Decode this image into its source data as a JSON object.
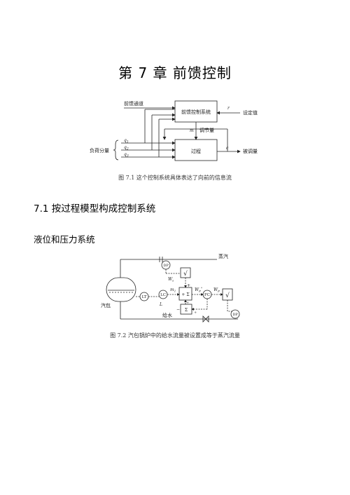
{
  "chapter": {
    "title": "第 7 章  前馈控制"
  },
  "figure1": {
    "labels": {
      "feedforward_channel": "前馈通道",
      "controller_block": "前馈控制系统",
      "r": "r",
      "setpoint": "设定值",
      "m": "m",
      "manipulated": "调节量",
      "load": "负荷分量",
      "q1": "q",
      "q2": "q",
      "q3": "q",
      "q1_sub": "1",
      "q2_sub": "2",
      "q3_sub": "3",
      "process_block": "过程",
      "c": "c",
      "controlled": "被调量"
    },
    "caption": "图 7.1 这个控制系统具体表达了向前的信息流"
  },
  "section": {
    "title": "7.1 按过程模型构成控制系统"
  },
  "subsection": {
    "title": "液位和压力系统"
  },
  "figure2": {
    "labels": {
      "steam": "蒸汽",
      "dp_top": "DP",
      "sqrt_top": "√",
      "ws": "W",
      "ws_sub": "s",
      "lt": "LT",
      "lc": "LC",
      "m1": "m",
      "m1_sub": "1",
      "plus1": "+",
      "sum1": "+ Σ",
      "plus2": "+",
      "wf_star": "W",
      "wf_star_sub": "F",
      "wf_star_sup": "*",
      "fc": "FC",
      "wf": "W",
      "wf_sub": "F",
      "sqrt_right": "√",
      "drum": "汽包",
      "l": "L",
      "sum2": "Σ",
      "minus": "−",
      "plus3": "+",
      "feedwater": "给水",
      "dp_bottom": "DP"
    },
    "caption": "图 7.2 汽包锅炉中的给水流量被设置成等于蒸汽流量"
  }
}
